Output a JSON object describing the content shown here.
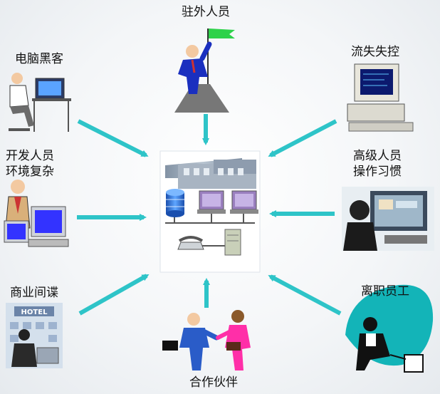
{
  "labels": {
    "top": "驻外人员",
    "top_left": "电脑黑客",
    "top_right": "流失失控",
    "mid_left_line1": "开发人员",
    "mid_left_line2": "环境复杂",
    "mid_right_line1": "高级人员",
    "mid_right_line2": "操作习惯",
    "bottom_left": "商业间谍",
    "bottom_right": "离职员工",
    "bottom": "合作伙伴"
  },
  "hotel_sign": "HOTEL",
  "colors": {
    "arrow": "#2ec4c8",
    "building": "#9aaabb",
    "server": "#2a6fd6",
    "monitor_screen": "#3333ff",
    "teal_blob": "#13b4b8"
  }
}
